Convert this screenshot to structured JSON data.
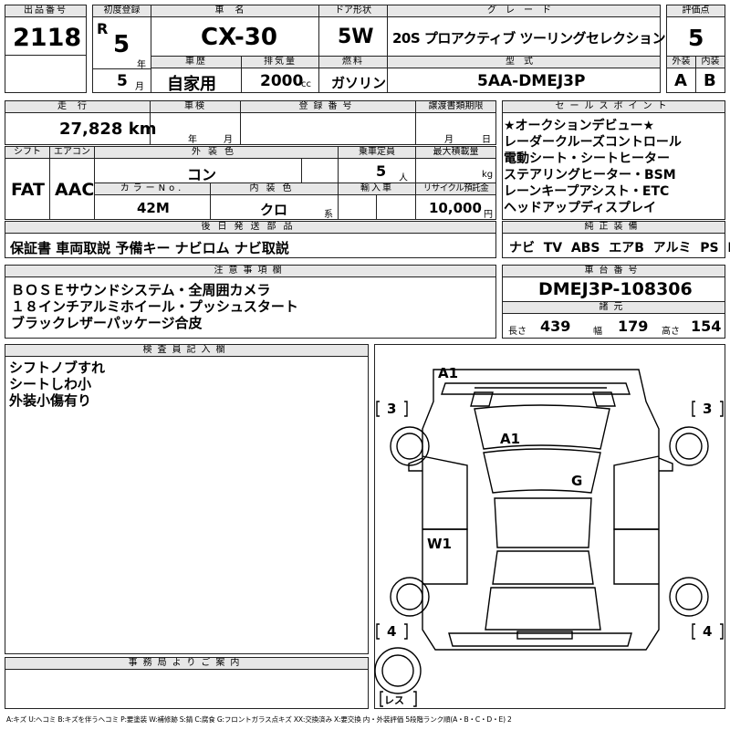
{
  "header": {
    "lot_no_label": "出品番号",
    "lot_no": "2118",
    "first_reg_label": "初度登録",
    "era": "R",
    "year": "5",
    "year_unit": "年",
    "month": "5",
    "month_unit": "月",
    "model_label": "車名",
    "model": "CX-30",
    "door_label": "ドア形状",
    "door": "5W",
    "grade_label": "グレード",
    "grade": "20S プロアクティブ ツーリングセレクション",
    "score_label": "評価点",
    "score": "5",
    "history_label": "車歴",
    "history": "自家用",
    "disp_label": "排気量",
    "disp": "2000",
    "disp_unit": "cc",
    "fuel_label": "燃料",
    "fuel": "ガソリン",
    "type_label": "型式",
    "type_code": "5AA-DMEJ3P",
    "ext_grade_label": "外装",
    "ext_grade": "A",
    "int_grade_label": "内装",
    "int_grade": "B"
  },
  "row2": {
    "mileage_label": "走行",
    "mileage": "27,828 km",
    "inspection_label": "車検",
    "insp_year": "年",
    "insp_month": "月",
    "reg_no_label": "登録番号",
    "transfer_label": "譲渡書類期限",
    "tr_month": "月",
    "tr_day": "日",
    "shift_label": "シフト",
    "shift": "FAT",
    "ac_label": "エアコン",
    "ac": "AAC",
    "color_label": "外装色",
    "color": "コン",
    "capacity_label": "乗車定員",
    "capacity": "5",
    "capacity_unit": "人",
    "load_label": "最大積載量",
    "load_unit": "kg",
    "color_no_label": "カラーNo.",
    "color_no": "42M",
    "interior_color_label": "内装色",
    "interior_color": "クロ",
    "interior_unit": "系",
    "import_label": "輸入車",
    "recycle_label": "リサイクル預託金",
    "recycle": "10,000",
    "recycle_unit": "円",
    "later_parts_label": "後日発送部品",
    "later_parts": "保証書 車両取説 予備キー ナビロム ナビ取説"
  },
  "sales": {
    "label": "セールスポイント",
    "lines": [
      "★オークションデビュー★",
      "レーダークルーズコントロール",
      "電動シート・シートヒーター",
      "ステアリングヒーター・BSM",
      "レーンキープアシスト・ETC",
      "ヘッドアップディスプレイ"
    ]
  },
  "equipment": {
    "label": "純正装備",
    "items": [
      "ナビ",
      "TV",
      "ABS",
      "エアB",
      "アルミ",
      "PS",
      "PW"
    ]
  },
  "notes": {
    "label": "注意事項欄",
    "lines": [
      "ＢＯＳＥサウンドシステム・全周囲カメラ",
      "１８インチアルミホイール・プッシュスタート",
      "ブラックレザーパッケージ合皮"
    ]
  },
  "chassis": {
    "label": "車台番号",
    "number": "DMEJ3P-108306",
    "spec_label": "諸元",
    "len_label": "長さ",
    "len": "439",
    "wid_label": "幅",
    "wid": "179",
    "hei_label": "高さ",
    "hei": "154"
  },
  "inspector": {
    "label": "検査員記入欄",
    "lines": [
      "シフトノブすれ",
      "シートしわ小",
      "外装小傷有り"
    ]
  },
  "office": {
    "label": "事務局よりご案内"
  },
  "diagram": {
    "marks": [
      "A1",
      "A1",
      "G",
      "W1"
    ],
    "tires": [
      "3",
      "3",
      "4",
      "4"
    ],
    "spare": "レス"
  },
  "legend": "A:キズ U:ヘコミ B:キズを伴うヘコミ P:要塗装 W:補修跡 S:錆 C:腐食 G:フロントガラス点キズ XX:交換済み X:要交換 内・外装評価 5段階ランク順(A・B・C・D・E) 2"
}
